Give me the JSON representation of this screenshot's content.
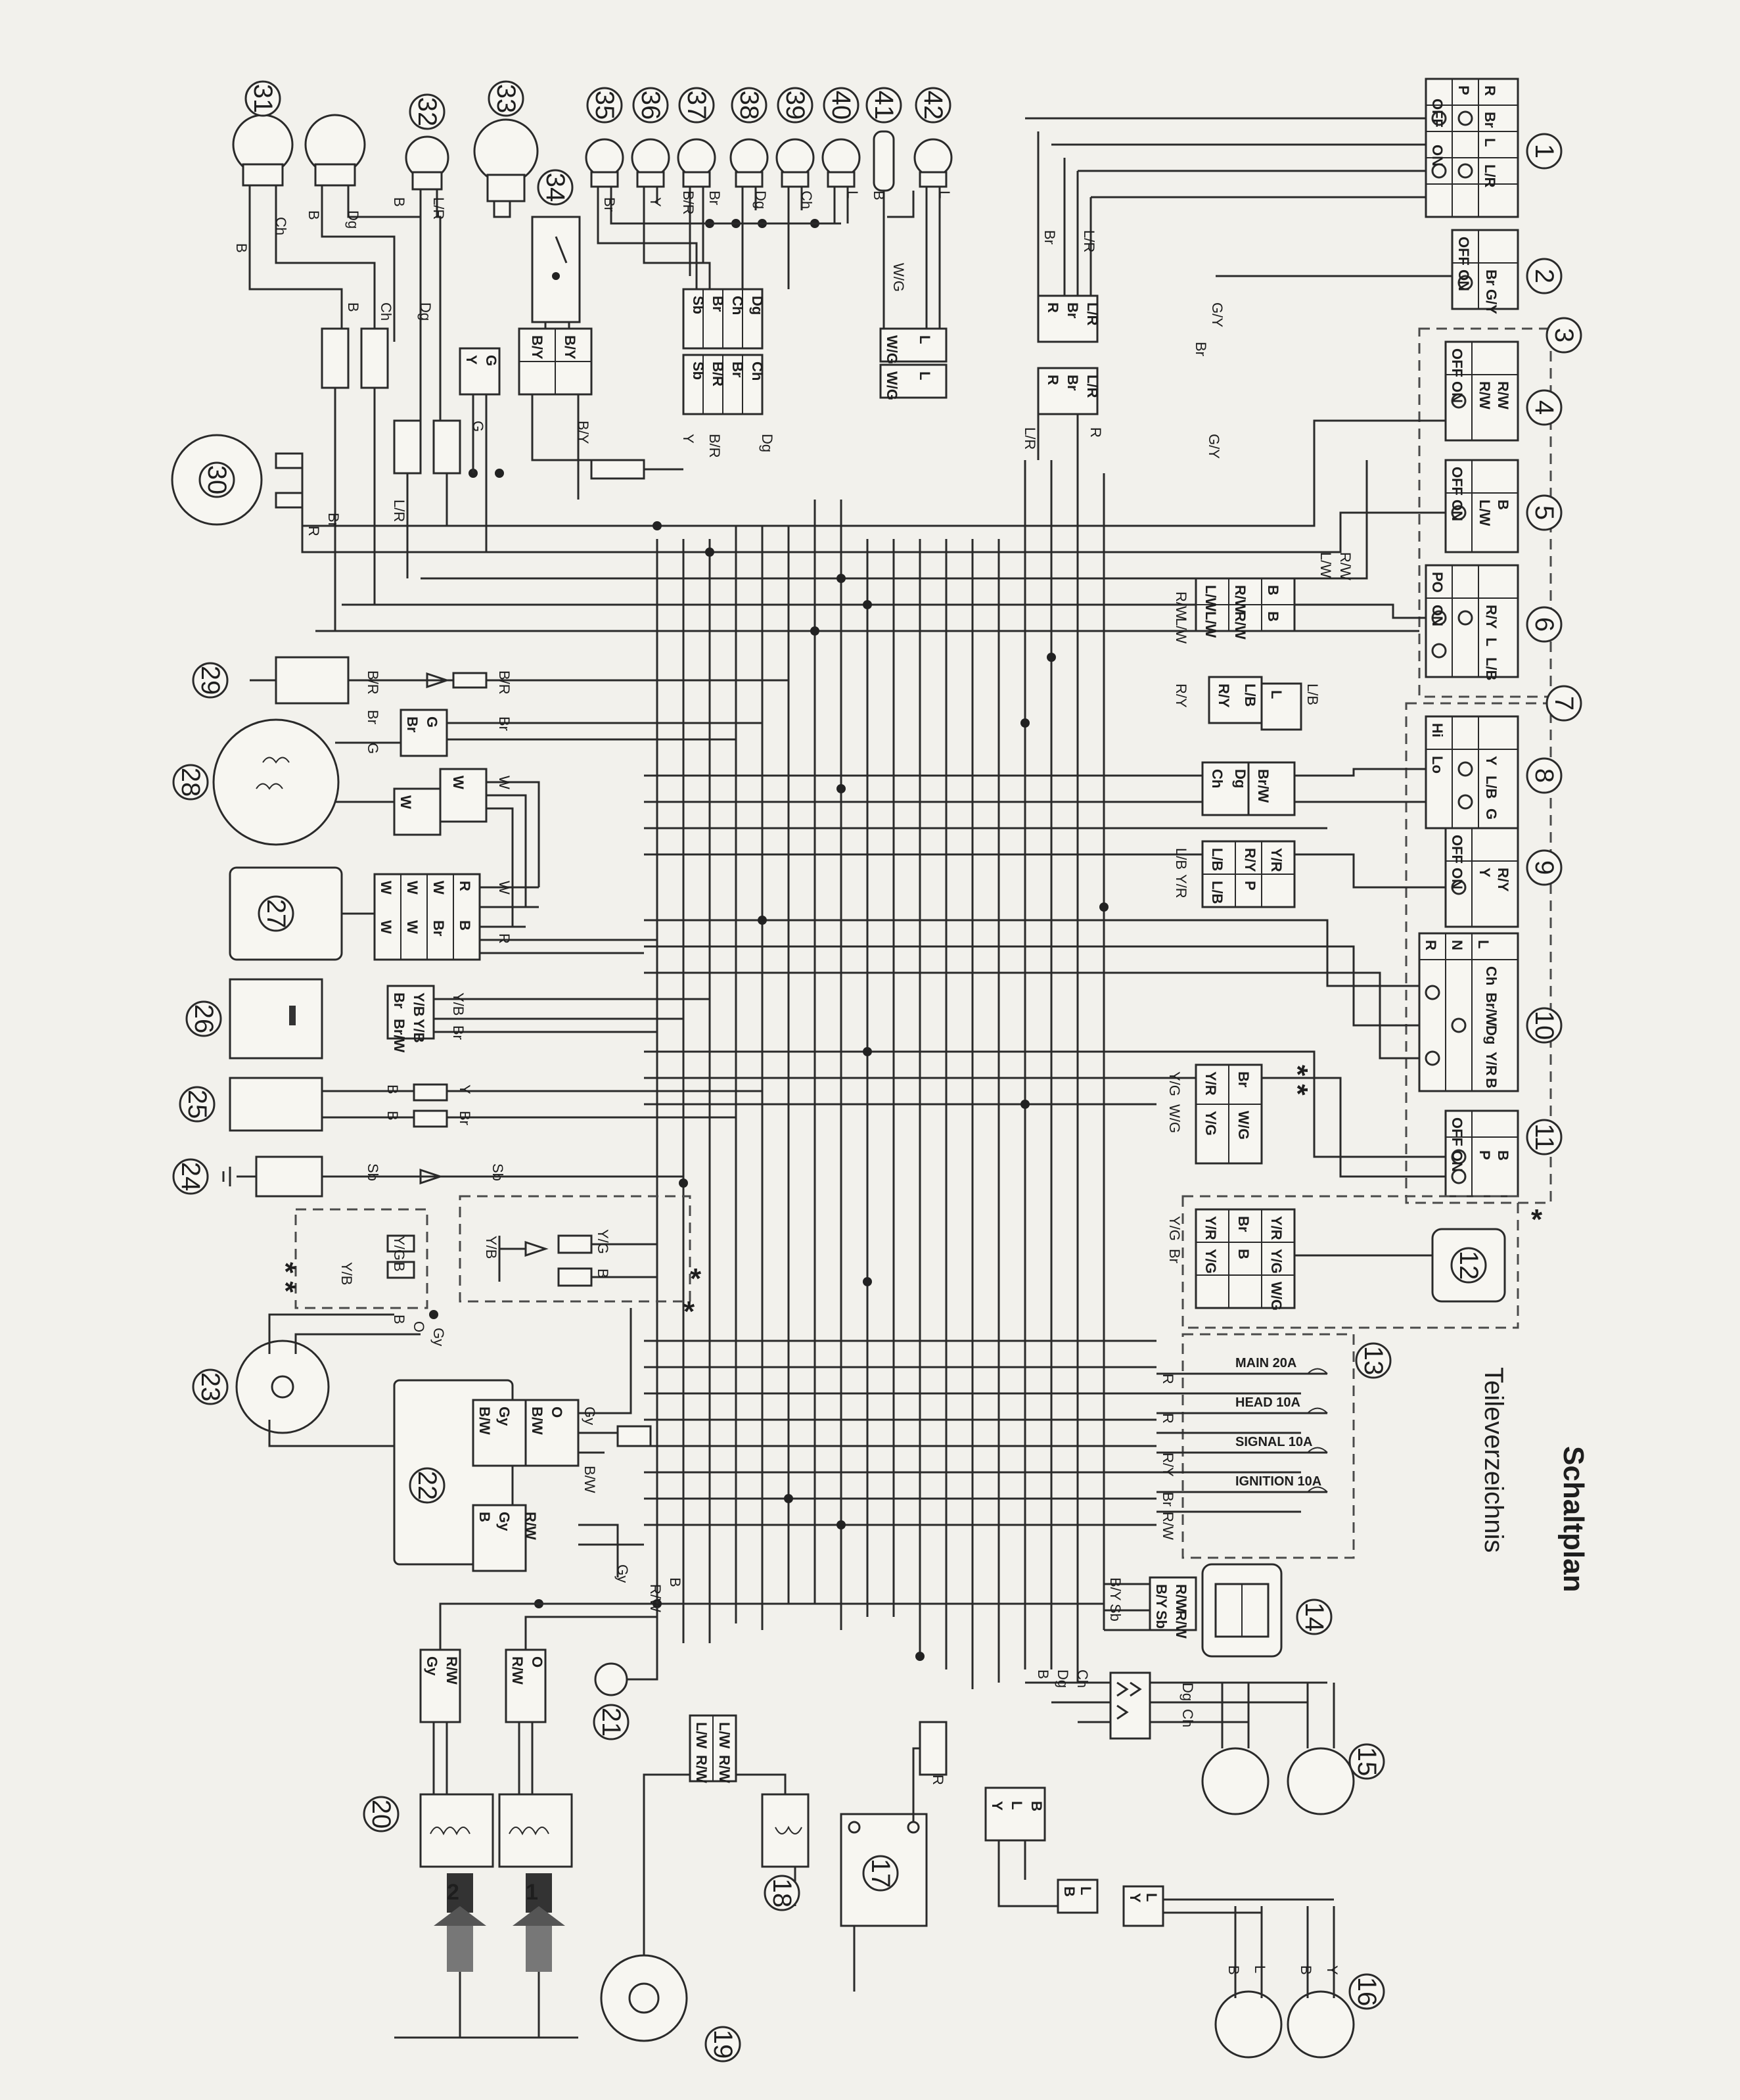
{
  "title": "Schaltplan",
  "subtitle": "Teileverzeichnis",
  "callouts": [
    "1",
    "2",
    "3",
    "4",
    "5",
    "6",
    "7",
    "8",
    "9",
    "10",
    "11",
    "12",
    "13",
    "14",
    "15",
    "16",
    "17",
    "18",
    "19",
    "20",
    "21",
    "22",
    "23",
    "24",
    "25",
    "26",
    "27",
    "28",
    "29",
    "30",
    "31",
    "32",
    "33",
    "34",
    "35",
    "36",
    "37",
    "38",
    "39",
    "40",
    "41",
    "42"
  ],
  "fuses": [
    "MAIN 20A",
    "HEAD 10A",
    "SIGNAL 10A",
    "IGNITION 10A"
  ],
  "switch_tables": {
    "s1": {
      "states": [
        "OFF",
        "ON"
      ],
      "cols": [
        "P",
        "R",
        "Br",
        "L",
        "L/R"
      ]
    },
    "s2": {
      "states": [
        "OFF",
        "ON"
      ],
      "cols": [
        "Br",
        "G/Y"
      ]
    },
    "s4": {
      "states": [
        "OFF",
        "ON"
      ],
      "cols": [
        "R/W",
        "R/W"
      ]
    },
    "s5": {
      "states": [
        "OFF",
        "ON"
      ],
      "cols": [
        "L/W",
        "B"
      ]
    },
    "s6": {
      "states": [
        "PO",
        "ON"
      ],
      "cols": [
        "R/Y",
        "L",
        "L/B"
      ]
    },
    "s8": {
      "states": [
        "Hi",
        "Lo"
      ],
      "cols": [
        "Y",
        "L/B",
        "G"
      ]
    },
    "s9": {
      "states": [
        "OFF",
        "ON"
      ],
      "cols": [
        "Y",
        "R/Y"
      ]
    },
    "s10": {
      "states": [
        "R",
        "N",
        "L"
      ],
      "cols": [
        "Ch",
        "Br/W",
        "Dg",
        "Y/R",
        "B"
      ]
    },
    "s11": {
      "states": [
        "OFF",
        "ON"
      ],
      "cols": [
        "P",
        "B"
      ]
    }
  },
  "wire_codes": [
    "B",
    "Ch",
    "Dg",
    "L/R",
    "Br",
    "L",
    "G/Y",
    "R/W",
    "L/W",
    "R/Y",
    "L/B",
    "Y",
    "G",
    "Sb",
    "B/R",
    "B/Y",
    "W/G",
    "Y/R",
    "Y/G",
    "Y/B",
    "Br/W",
    "W",
    "R",
    "P",
    "O",
    "Gy",
    "B/W"
  ],
  "asterisks": [
    "*",
    "* *"
  ],
  "coil_labels": [
    "2",
    "1"
  ]
}
